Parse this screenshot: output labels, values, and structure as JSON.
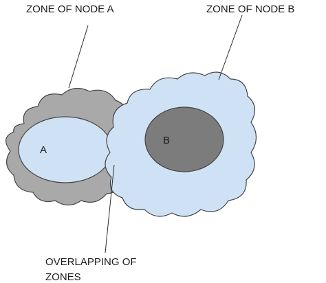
{
  "labels": {
    "zone_a": "ZONE OF NODE A",
    "zone_b": "ZONE OF NODE B",
    "overlap_line1": "OVERLAPPING OF",
    "overlap_line2": "ZONES"
  },
  "nodes": {
    "a": "A",
    "b": "B"
  },
  "colors": {
    "zone_a_fill": "#a9a9a9",
    "zone_b_fill": "#cfe2f5",
    "node_a_fill": "#cfe2f5",
    "node_b_fill": "#7c7c7c",
    "outline": "#444444"
  }
}
